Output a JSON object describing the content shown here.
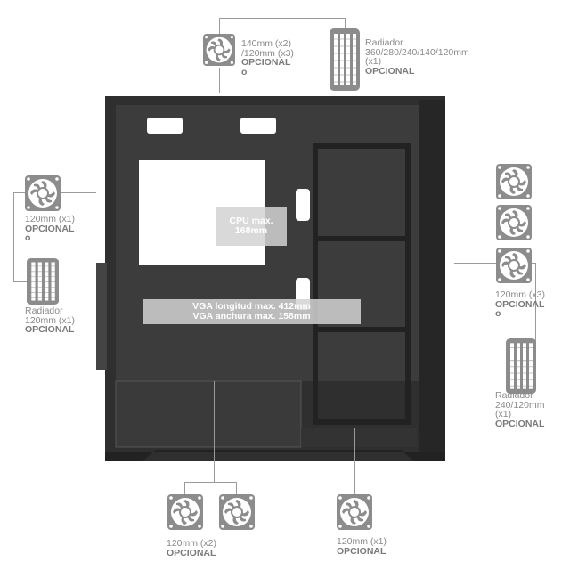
{
  "labels": {
    "top_fan": [
      "140mm (x2)",
      "/120mm (x3)",
      "OPCIONAL",
      "o"
    ],
    "top_rad": [
      "Radiador",
      "360/280/240/140/120mm",
      "(x1)",
      "OPCIONAL"
    ],
    "left_fan": [
      "120mm (x1)",
      "OPCIONAL",
      "o"
    ],
    "left_rad": [
      "Radiador",
      "120mm (x1)",
      "OPCIONAL"
    ],
    "right_fan": [
      "120mm (x3)",
      "OPCIONAL",
      "o"
    ],
    "right_rad": [
      "Radiador",
      "240/120mm",
      "(x1)",
      "OPCIONAL"
    ],
    "bottom_fans": [
      "120mm (x2)",
      "OPCIONAL"
    ],
    "bottom_fan_single": [
      "120mm (x1)",
      "OPCIONAL"
    ]
  },
  "callouts": {
    "cpu": [
      "CPU max.",
      "168mm"
    ],
    "vga": [
      "VGA longitud max. 412mm",
      "VGA anchura max. 158mm"
    ]
  },
  "icons": [
    "fan-icon",
    "radiator-icon"
  ],
  "colors": {
    "icon": "#8c8c8c",
    "case": "#3b3b3b",
    "line": "#9a9a9a"
  }
}
